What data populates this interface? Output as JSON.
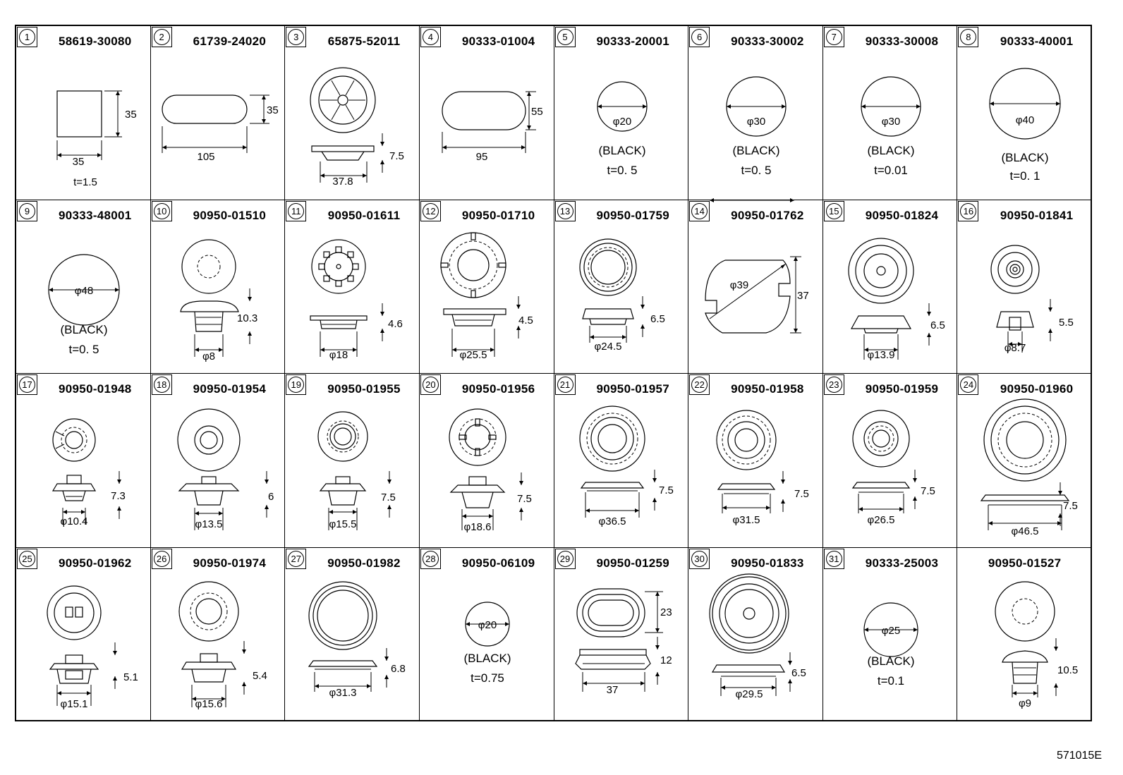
{
  "catalog_code": "571015E",
  "cells": [
    {
      "num": "1",
      "part": "58619-30080",
      "labels": [
        "35",
        "35",
        "t=1.5"
      ]
    },
    {
      "num": "2",
      "part": "61739-24020",
      "labels": [
        "35",
        "105"
      ]
    },
    {
      "num": "3",
      "part": "65875-52011",
      "labels": [
        "7.5",
        "37.8"
      ]
    },
    {
      "num": "4",
      "part": "90333-01004",
      "labels": [
        "55",
        "95"
      ]
    },
    {
      "num": "5",
      "part": "90333-20001",
      "labels": [
        "φ20",
        "(BLACK)",
        "t=0. 5"
      ]
    },
    {
      "num": "6",
      "part": "90333-30002",
      "labels": [
        "φ30",
        "(BLACK)",
        "t=0. 5"
      ]
    },
    {
      "num": "7",
      "part": "90333-30008",
      "labels": [
        "φ30",
        "(BLACK)",
        "t=0.01"
      ]
    },
    {
      "num": "8",
      "part": "90333-40001",
      "labels": [
        "φ40",
        "(BLACK)",
        "t=0. 1"
      ]
    },
    {
      "num": "9",
      "part": "90333-48001",
      "labels": [
        "φ48",
        "(BLACK)",
        "t=0. 5"
      ]
    },
    {
      "num": "10",
      "part": "90950-01510",
      "labels": [
        "10.3",
        "φ8"
      ]
    },
    {
      "num": "11",
      "part": "90950-01611",
      "labels": [
        "4.6",
        "φ18"
      ]
    },
    {
      "num": "12",
      "part": "90950-01710",
      "labels": [
        "4.5",
        "φ25.5"
      ]
    },
    {
      "num": "13",
      "part": "90950-01759",
      "labels": [
        "6.5",
        "φ24.5"
      ]
    },
    {
      "num": "14",
      "part": "90950-01762",
      "labels": [
        "φ39",
        "37"
      ]
    },
    {
      "num": "15",
      "part": "90950-01824",
      "labels": [
        "6.5",
        "φ13.9"
      ]
    },
    {
      "num": "16",
      "part": "90950-01841",
      "labels": [
        "5.5",
        "φ8.7"
      ]
    },
    {
      "num": "17",
      "part": "90950-01948",
      "labels": [
        "7.3",
        "φ10.4"
      ]
    },
    {
      "num": "18",
      "part": "90950-01954",
      "labels": [
        "6",
        "φ13.5"
      ]
    },
    {
      "num": "19",
      "part": "90950-01955",
      "labels": [
        "7.5",
        "φ15.5"
      ]
    },
    {
      "num": "20",
      "part": "90950-01956",
      "labels": [
        "7.5",
        "φ18.6"
      ]
    },
    {
      "num": "21",
      "part": "90950-01957",
      "labels": [
        "7.5",
        "φ36.5"
      ]
    },
    {
      "num": "22",
      "part": "90950-01958",
      "labels": [
        "7.5",
        "φ31.5"
      ]
    },
    {
      "num": "23",
      "part": "90950-01959",
      "labels": [
        "7.5",
        "φ26.5"
      ]
    },
    {
      "num": "24",
      "part": "90950-01960",
      "labels": [
        "7.5",
        "φ46.5"
      ]
    },
    {
      "num": "25",
      "part": "90950-01962",
      "labels": [
        "5.1",
        "φ15.1"
      ]
    },
    {
      "num": "26",
      "part": "90950-01974",
      "labels": [
        "5.4",
        "φ15.6"
      ]
    },
    {
      "num": "27",
      "part": "90950-01982",
      "labels": [
        "6.8",
        "φ31.3"
      ]
    },
    {
      "num": "28",
      "part": "90950-06109",
      "labels": [
        "φ20",
        "(BLACK)",
        "t=0.75"
      ]
    },
    {
      "num": "29",
      "part": "90950-01259",
      "labels": [
        "23",
        "12",
        "37"
      ]
    },
    {
      "num": "30",
      "part": "90950-01833",
      "labels": [
        "6.5",
        "φ29.5"
      ]
    },
    {
      "num": "31",
      "part": "90333-25003",
      "labels": [
        "φ25",
        "(BLACK)",
        "t=0.1"
      ]
    },
    {
      "num": "",
      "part": "90950-01527",
      "labels": [
        "10.5",
        "φ9"
      ]
    }
  ]
}
